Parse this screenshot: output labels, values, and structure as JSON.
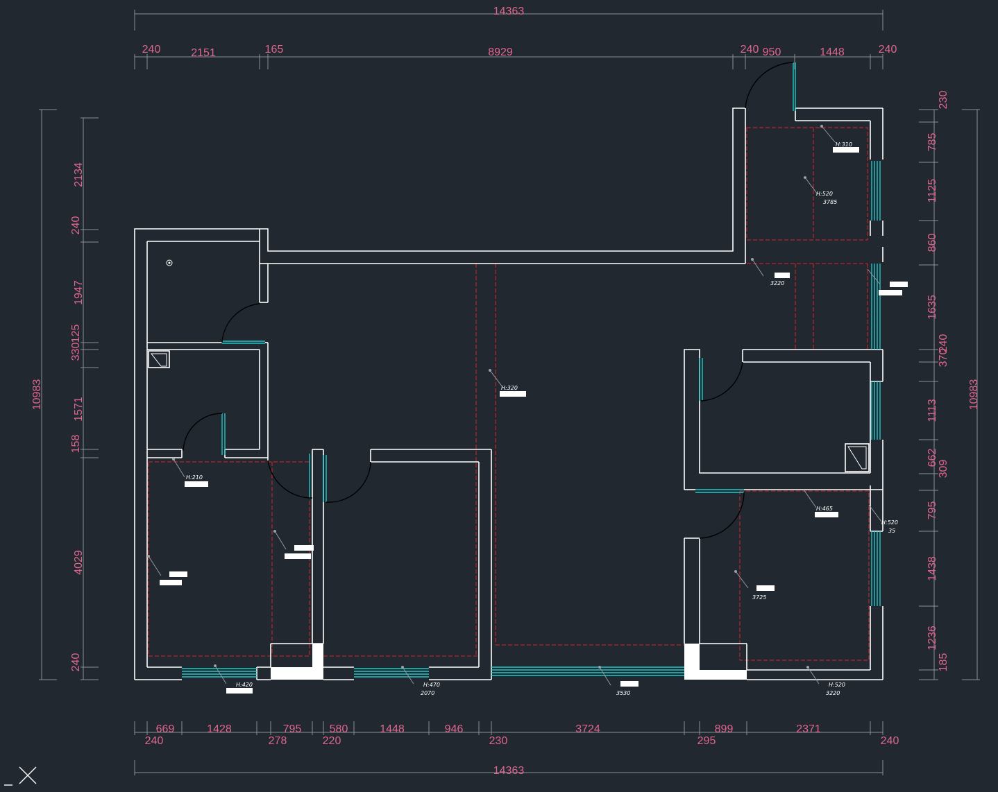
{
  "dims": {
    "top_total": "14363",
    "bottom_total": "14363",
    "left_total": "10983",
    "right_total": "10983",
    "top": [
      "240",
      "2151",
      "165",
      "8929",
      "240",
      "950",
      "1448",
      "240"
    ],
    "bottom_row1": [
      "669",
      "1428",
      "795",
      "580",
      "1448",
      "946",
      "3724",
      "899",
      "2371"
    ],
    "bottom_row2": [
      "240",
      "278",
      "220",
      "230",
      "295",
      "240"
    ],
    "left": [
      "2134",
      "240",
      "1947",
      "125",
      "330",
      "1571",
      "158",
      "4029",
      "240"
    ],
    "right": [
      "230",
      "785",
      "1125",
      "860",
      "1635",
      "240",
      "370",
      "1113",
      "662",
      "309",
      "795",
      "1438",
      "1236",
      "185"
    ]
  },
  "tags": {
    "t1": "H:310",
    "t2": "H:520",
    "t2b": "3785",
    "t3": "3220",
    "t4": "H:320",
    "t5": "H:210",
    "t6": "H:470",
    "t6b": "2070",
    "t7": "H:465",
    "t8": "H:520",
    "t8b": "35",
    "t9": "3725",
    "t10": "H:520",
    "t10b": "3220",
    "t11": "3530",
    "t12": "H:420"
  }
}
